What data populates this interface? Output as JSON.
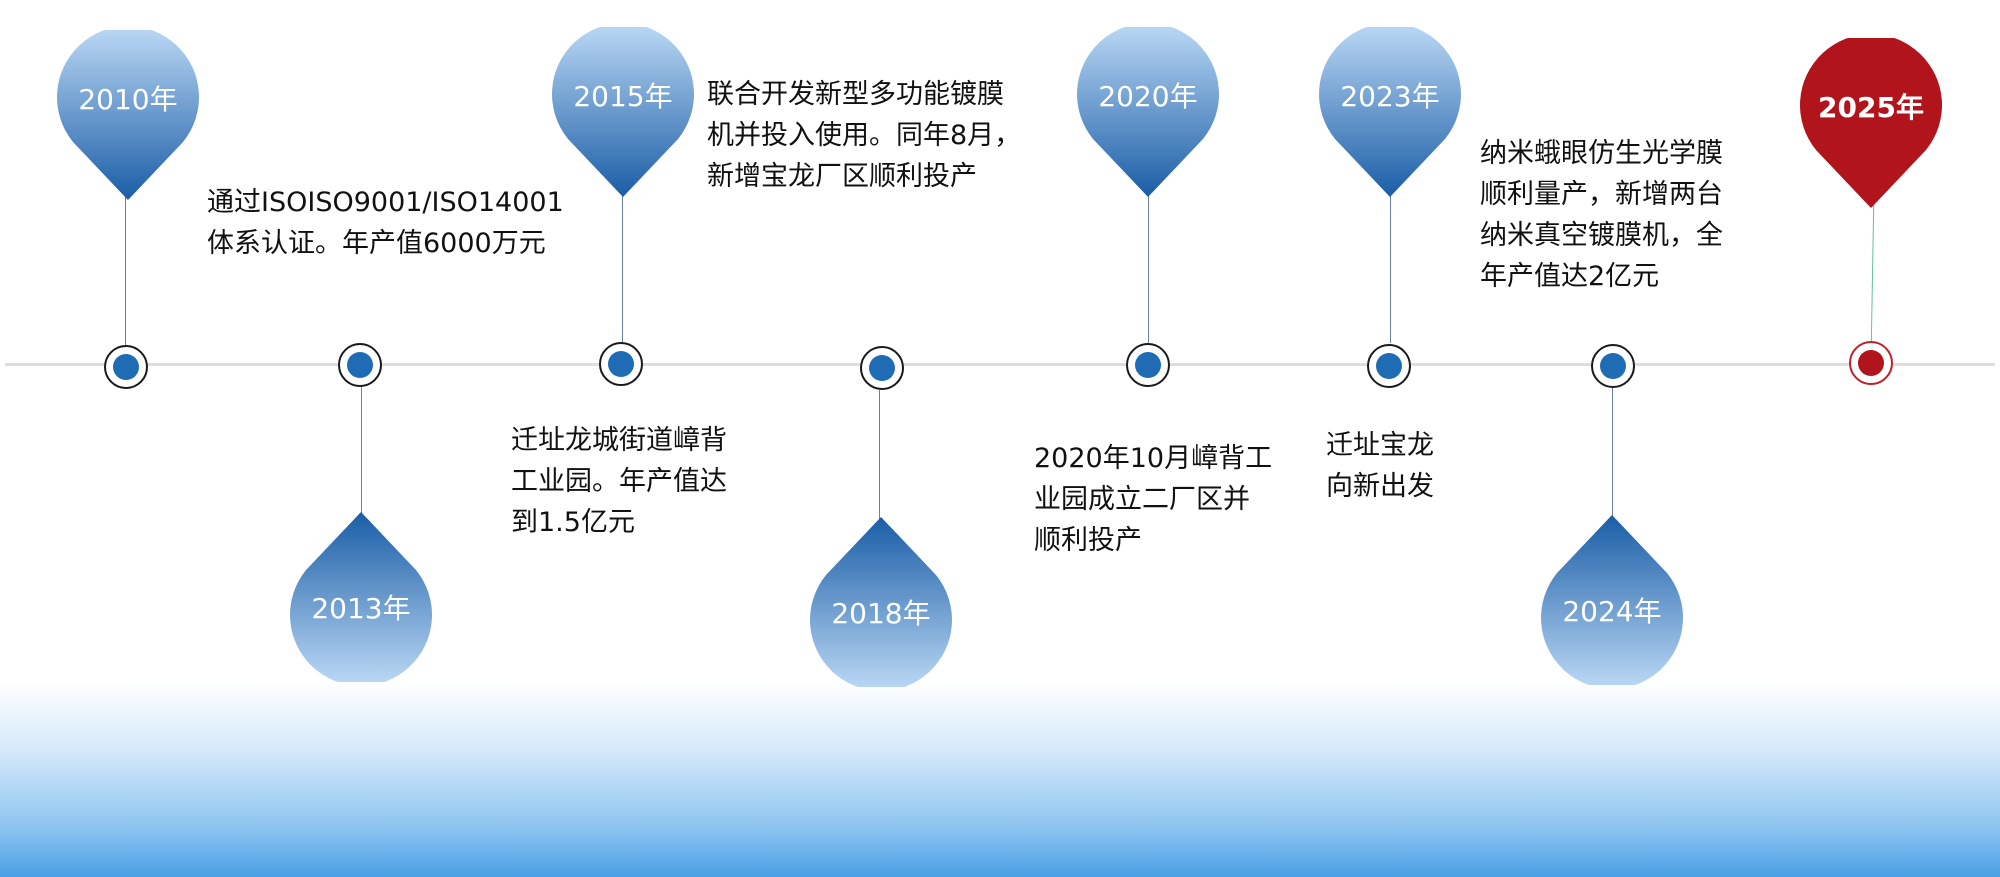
{
  "colors": {
    "pin_light": "#bcd9f5",
    "pin_dark": "#1a5da6",
    "highlight_red": "#b2141c",
    "axis_gray": "#dedede"
  },
  "timeline": [
    {
      "year": "2010年",
      "lines": [
        "通过ISOISO9001/ISO14001",
        "体系认证。年产值6000万元"
      ]
    },
    {
      "year": "2013年",
      "lines": []
    },
    {
      "year": "2015年",
      "lines": [
        "迁址龙城街道嶂背",
        "工业园。年产值达",
        "到1.5亿元"
      ]
    },
    {
      "year": "2018年",
      "lines": [
        "联合开发新型多功能镀膜",
        "机并投入使用。同年8月，",
        "新增宝龙厂区顺利投产"
      ]
    },
    {
      "year": "2020年",
      "lines": [
        "2020年10月嶂背工",
        "业园成立二厂区并",
        "顺利投产"
      ]
    },
    {
      "year": "2023年",
      "lines": [
        "迁址宝龙",
        "向新出发"
      ]
    },
    {
      "year": "2024年",
      "lines": [
        "纳米蛾眼仿生光学膜",
        "顺利量产，新增两台",
        "纳米真空镀膜机，全",
        "年产值达2亿元"
      ]
    },
    {
      "year": "2025年",
      "lines": []
    }
  ]
}
